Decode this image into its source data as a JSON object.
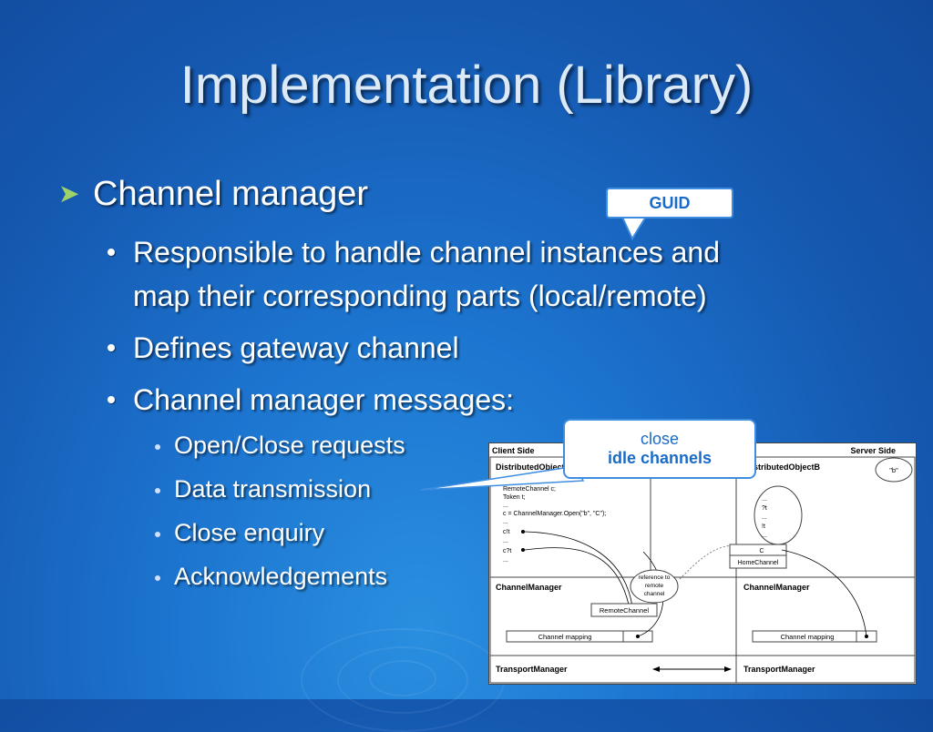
{
  "slide": {
    "title": "Implementation (Library)",
    "bullet_1": "Channel manager",
    "sub_1": "Responsible to handle channel instances and",
    "sub_1b": "map their corresponding parts (local/remote)",
    "sub_2": "Defines gateway channel",
    "sub_3": "Channel manager messages:",
    "subsub": [
      "Open/Close requests",
      "Data transmission",
      "Close enquiry",
      "Acknowledgements"
    ]
  },
  "callouts": {
    "guid": "GUID",
    "close_line1": "close",
    "close_line2": "idle channels"
  },
  "diagram": {
    "client_side": "Client Side",
    "server_side": "Server Side",
    "client_object": "DistributedObjectA",
    "server_object": "DistributedObjectB",
    "code_lines": [
      "...",
      "RemoteChannel c;",
      "Token t;",
      "...",
      "c = ChannelManager.Open(\"b\", \"C\");",
      "...",
      "c!t",
      "...",
      "c?t",
      "..."
    ],
    "server_lines": [
      "...",
      "?t",
      "...",
      "!t",
      "..."
    ],
    "b_label": "\"b\"",
    "channel_manager": "ChannelManager",
    "transport_manager": "TransportManager",
    "channel_mapping": "Channel mapping",
    "remote_channel": "RemoteChannel",
    "home_channel": "HomeChannel",
    "c_label": "C",
    "reference_note": [
      "reference to",
      "remote",
      "channel"
    ]
  },
  "colors": {
    "title": "#dce9f7",
    "text": "#ffffff",
    "arrow_bullet": "#9fd36a",
    "callout_border": "#3d8de0",
    "callout_text": "#1a6bc8"
  }
}
